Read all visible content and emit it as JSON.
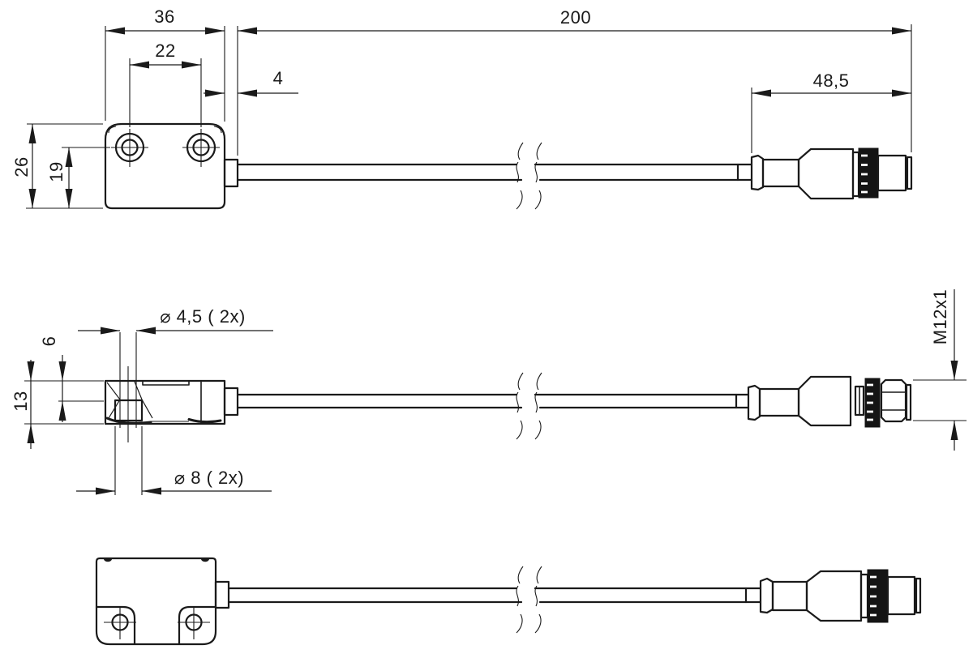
{
  "drawing": {
    "colors": {
      "background": "#ffffff",
      "line": "#1a1a1a"
    },
    "dimension_labels": {
      "block_width": "36",
      "hole_spacing": "22",
      "exit_offset": "4",
      "cable_length": "200",
      "connector_length": "48,5",
      "block_height": "26",
      "hole_axis_height": "19",
      "mounting_hole_dia": "⌀ 4,5 ( 2x)",
      "counterbore_depth": "6",
      "body_thickness": "13",
      "counterbore_dia": "⌀ 8 ( 2x)",
      "connector_thread": "M12x1"
    }
  }
}
